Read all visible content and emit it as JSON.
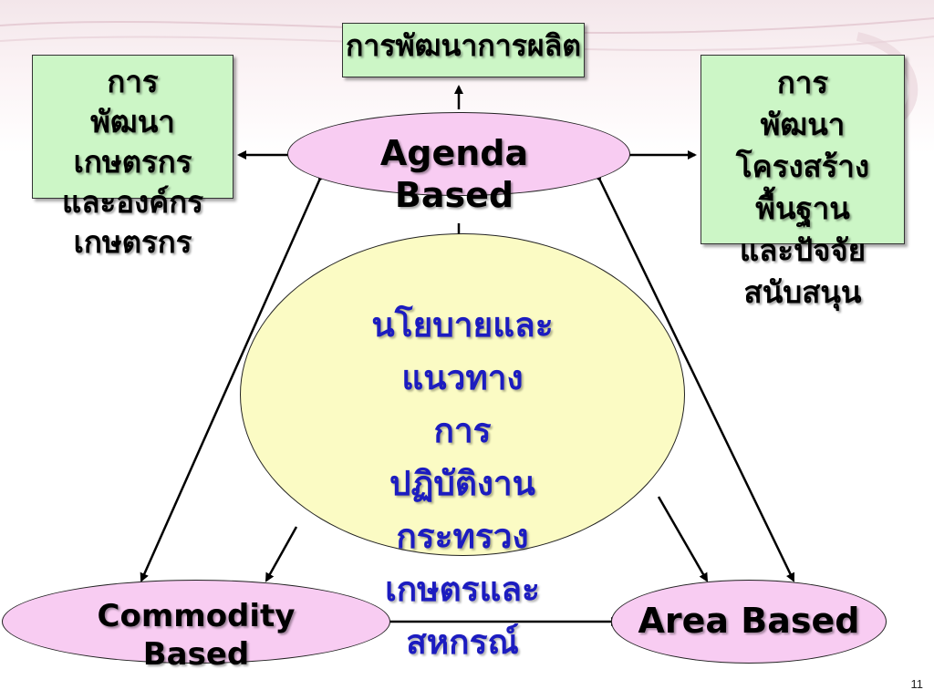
{
  "top_box": {
    "text": "การพัฒนาการผลิต"
  },
  "left_box": {
    "lines": [
      "การ",
      "พัฒนา",
      "เกษตรกร",
      "และองค์กร",
      "เกษตรกร"
    ]
  },
  "right_box": {
    "lines": [
      "การ",
      "พัฒนา",
      "โครงสร้าง",
      "พื้นฐาน",
      "และปัจจัย",
      "สนับสนุน"
    ]
  },
  "agenda": {
    "line1": "Agenda",
    "line2": "Based"
  },
  "center": {
    "lines": [
      "นโยบายและ",
      "แนวทาง",
      "การ",
      "ปฏิบัติงาน",
      "กระทรวง",
      "เกษตรและ",
      "สหกรณ์"
    ]
  },
  "commodity": {
    "line1": "Commodity",
    "line2": "Based"
  },
  "area": {
    "label": "Area Based"
  },
  "page_number": "11",
  "colors": {
    "box_green": "#ccf6c6",
    "ellipse_pink": "#f8ccf2",
    "ellipse_yellow": "#fbfbc4",
    "center_text_blue": "#1c1cc0"
  }
}
